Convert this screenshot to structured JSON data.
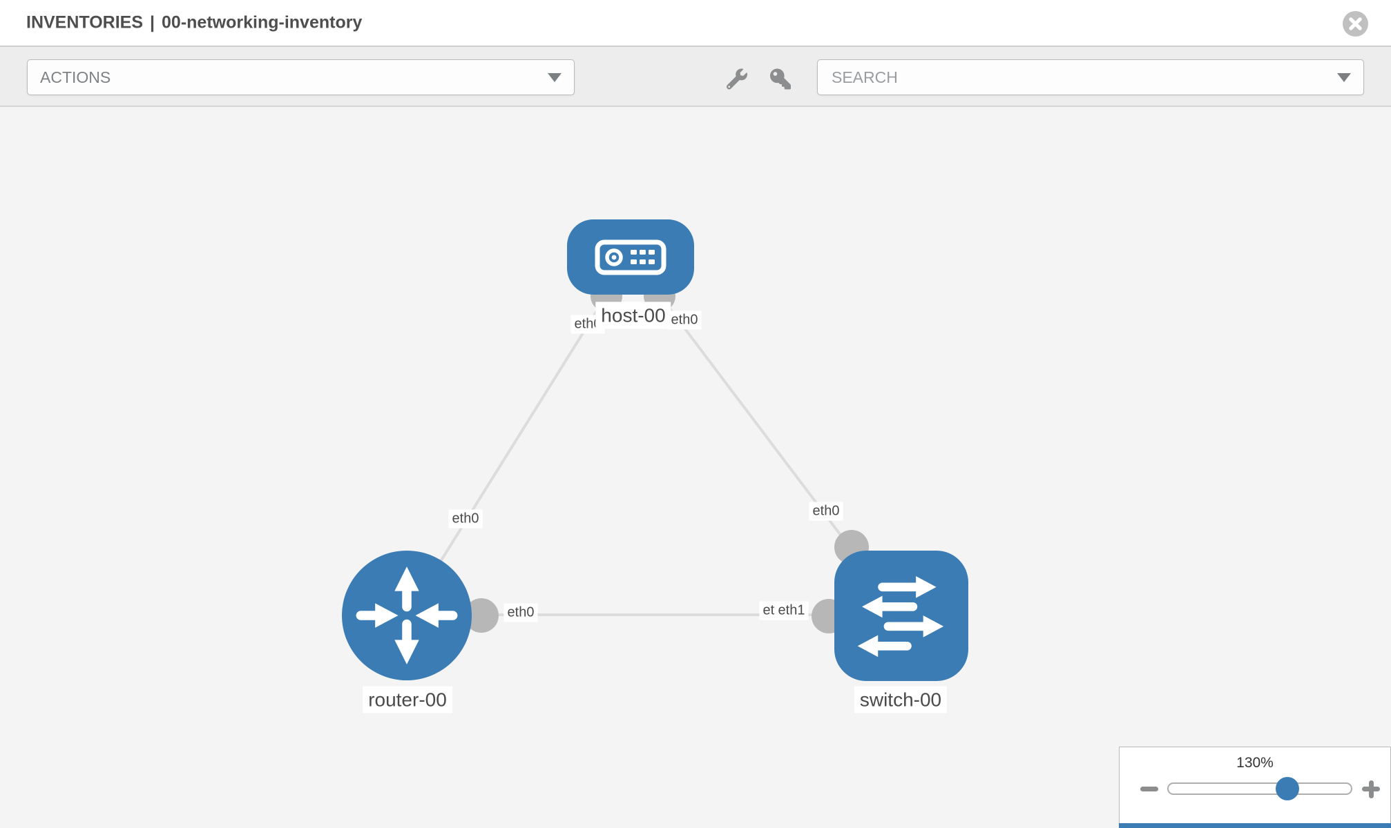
{
  "header": {
    "section": "INVENTORIES",
    "separator": "|",
    "inventory_name": "00-networking-inventory"
  },
  "toolbar": {
    "actions_placeholder": "ACTIONS",
    "search_placeholder": "SEARCH"
  },
  "topology": {
    "nodes": [
      {
        "id": "host-00",
        "label": "host-00",
        "type": "host"
      },
      {
        "id": "router-00",
        "label": "router-00",
        "type": "router"
      },
      {
        "id": "switch-00",
        "label": "switch-00",
        "type": "switch"
      }
    ],
    "links": [
      {
        "source": "host-00",
        "source_interface": "eth0",
        "target": "router-00",
        "target_interface": "eth0"
      },
      {
        "source": "host-00",
        "source_interface": "eth0",
        "target": "switch-00",
        "target_interface": "eth0"
      },
      {
        "source": "router-00",
        "source_interface": "eth0",
        "target": "switch-00",
        "target_interface": "eth1"
      }
    ],
    "interface_labels": [
      {
        "text": "eth0",
        "link": "host-00 - router-00",
        "end": "host-00"
      },
      {
        "text": "eth0",
        "link": "host-00 - switch-00",
        "end": "host-00"
      },
      {
        "text": "eth0",
        "link": "host-00 - router-00",
        "end": "router-00"
      },
      {
        "text": "eth0",
        "link": "host-00 - switch-00",
        "end": "switch-00"
      },
      {
        "text": "eth0",
        "link": "router-00 - switch-00",
        "end": "router-00"
      },
      {
        "text": "eth0",
        "link": "router-00 - switch-00",
        "end": "switch-00",
        "note": "partially occluded by eth1 label"
      },
      {
        "text": "eth1",
        "link": "router-00 - switch-00",
        "end": "switch-00"
      }
    ]
  },
  "zoom_control": {
    "level_label": "130%",
    "percent": 130
  },
  "colors": {
    "node_fill": "#3b7cb5",
    "edge": "#dcdcdc",
    "interface_dot": "#b7b7b7",
    "canvas_bg": "#f4f4f4",
    "toolbar_bg": "#ededed"
  }
}
